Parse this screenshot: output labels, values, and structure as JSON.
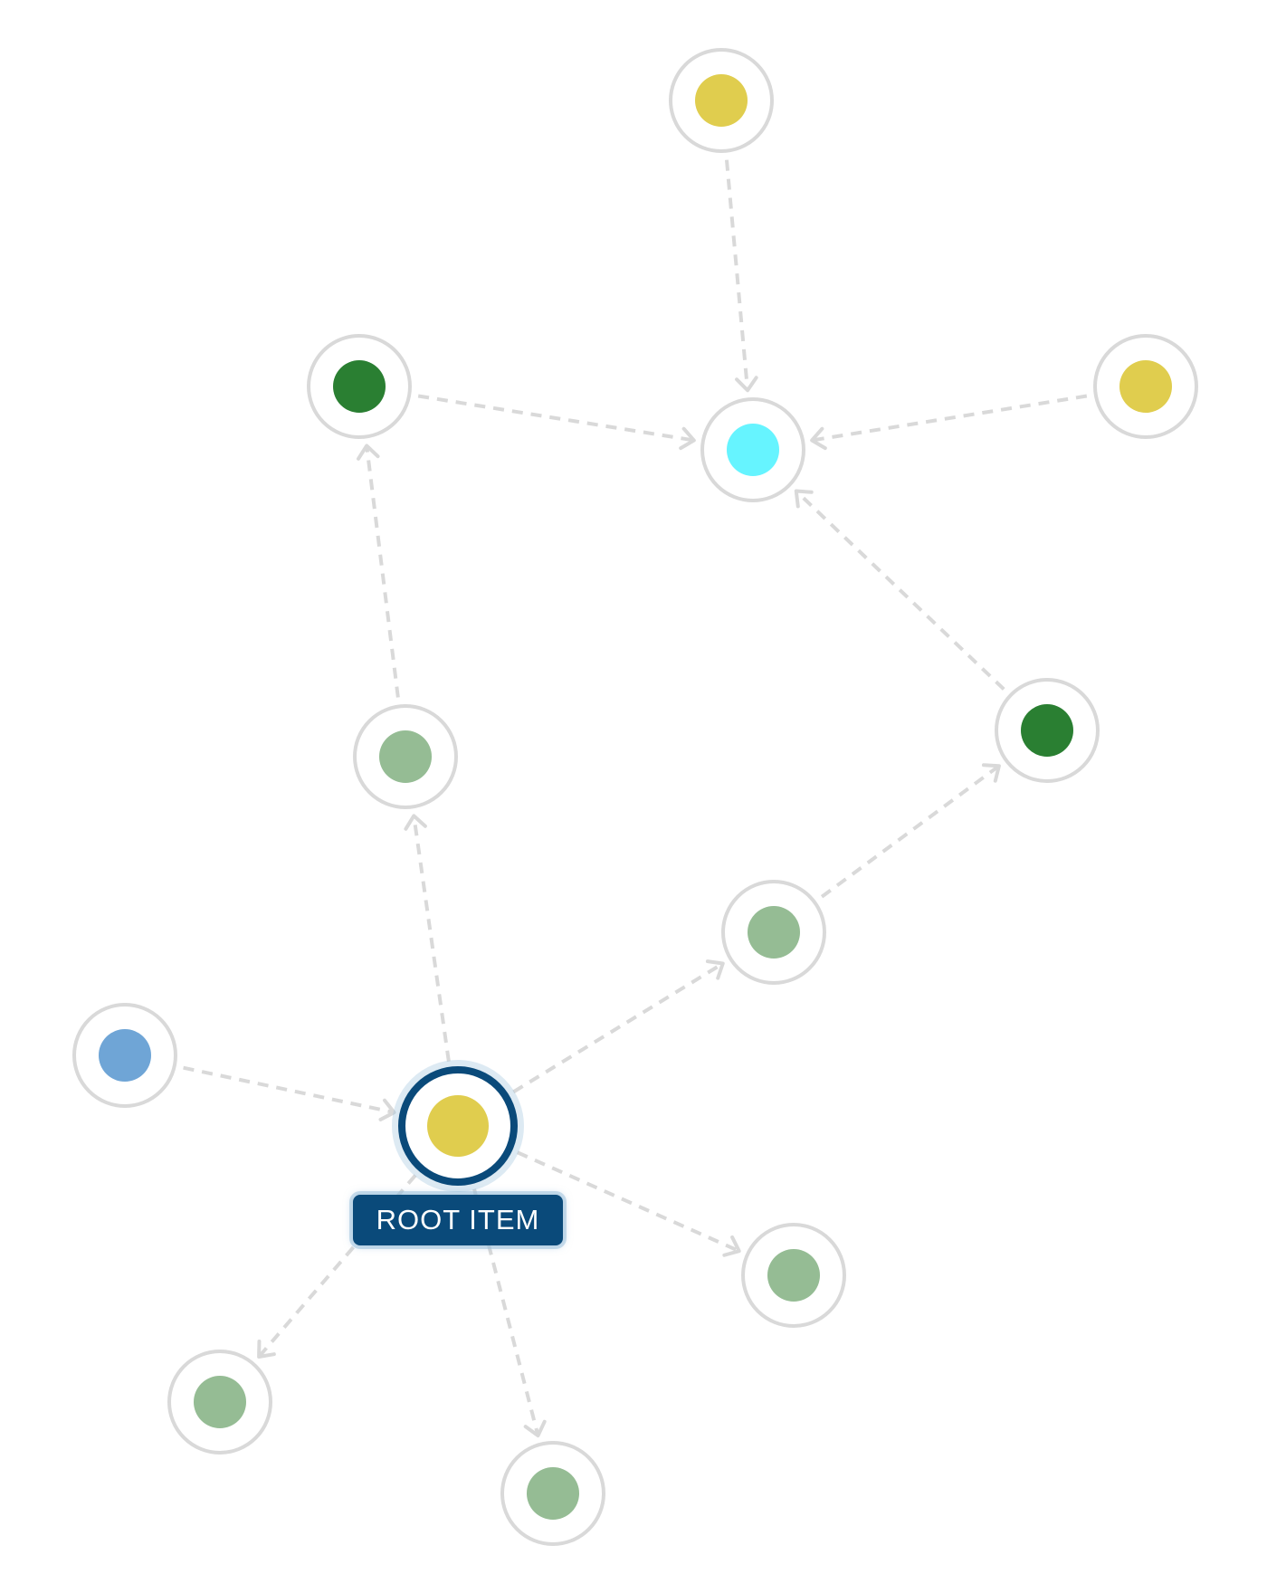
{
  "root_label": "ROOT ITEM",
  "colors": {
    "ring": "#d9d9d9",
    "edge": "#d9d9d9",
    "root_ring": "#0a4a7a",
    "label_bg": "#0a4a7a",
    "label_text": "#ffffff",
    "yellow": "#e0cd4e",
    "dark_green": "#2a7f32",
    "light_green": "#95bc94",
    "cyan": "#66f4ff",
    "blue": "#6fa5d6"
  },
  "nodes": [
    {
      "id": "top-yellow",
      "color": "yellow"
    },
    {
      "id": "left-dark-green",
      "color": "dark_green"
    },
    {
      "id": "center-cyan",
      "color": "cyan"
    },
    {
      "id": "right-yellow",
      "color": "yellow"
    },
    {
      "id": "right-dark-green",
      "color": "dark_green"
    },
    {
      "id": "mid-left-light-green",
      "color": "light_green"
    },
    {
      "id": "mid-right-light-green",
      "color": "light_green"
    },
    {
      "id": "far-left-blue",
      "color": "blue"
    },
    {
      "id": "root",
      "color": "yellow",
      "root": true
    },
    {
      "id": "lower-right-light-green",
      "color": "light_green"
    },
    {
      "id": "bottom-left-light-green",
      "color": "light_green"
    },
    {
      "id": "bottom-light-green",
      "color": "light_green"
    }
  ],
  "edges": [
    {
      "from": "top-yellow",
      "to": "center-cyan"
    },
    {
      "from": "left-dark-green",
      "to": "center-cyan"
    },
    {
      "from": "right-yellow",
      "to": "center-cyan"
    },
    {
      "from": "right-dark-green",
      "to": "center-cyan"
    },
    {
      "from": "mid-left-light-green",
      "to": "left-dark-green"
    },
    {
      "from": "root",
      "to": "mid-left-light-green"
    },
    {
      "from": "root",
      "to": "mid-right-light-green"
    },
    {
      "from": "mid-right-light-green",
      "to": "right-dark-green"
    },
    {
      "from": "far-left-blue",
      "to": "root"
    },
    {
      "from": "root",
      "to": "lower-right-light-green"
    },
    {
      "from": "root",
      "to": "bottom-left-light-green"
    },
    {
      "from": "root",
      "to": "bottom-light-green"
    }
  ]
}
